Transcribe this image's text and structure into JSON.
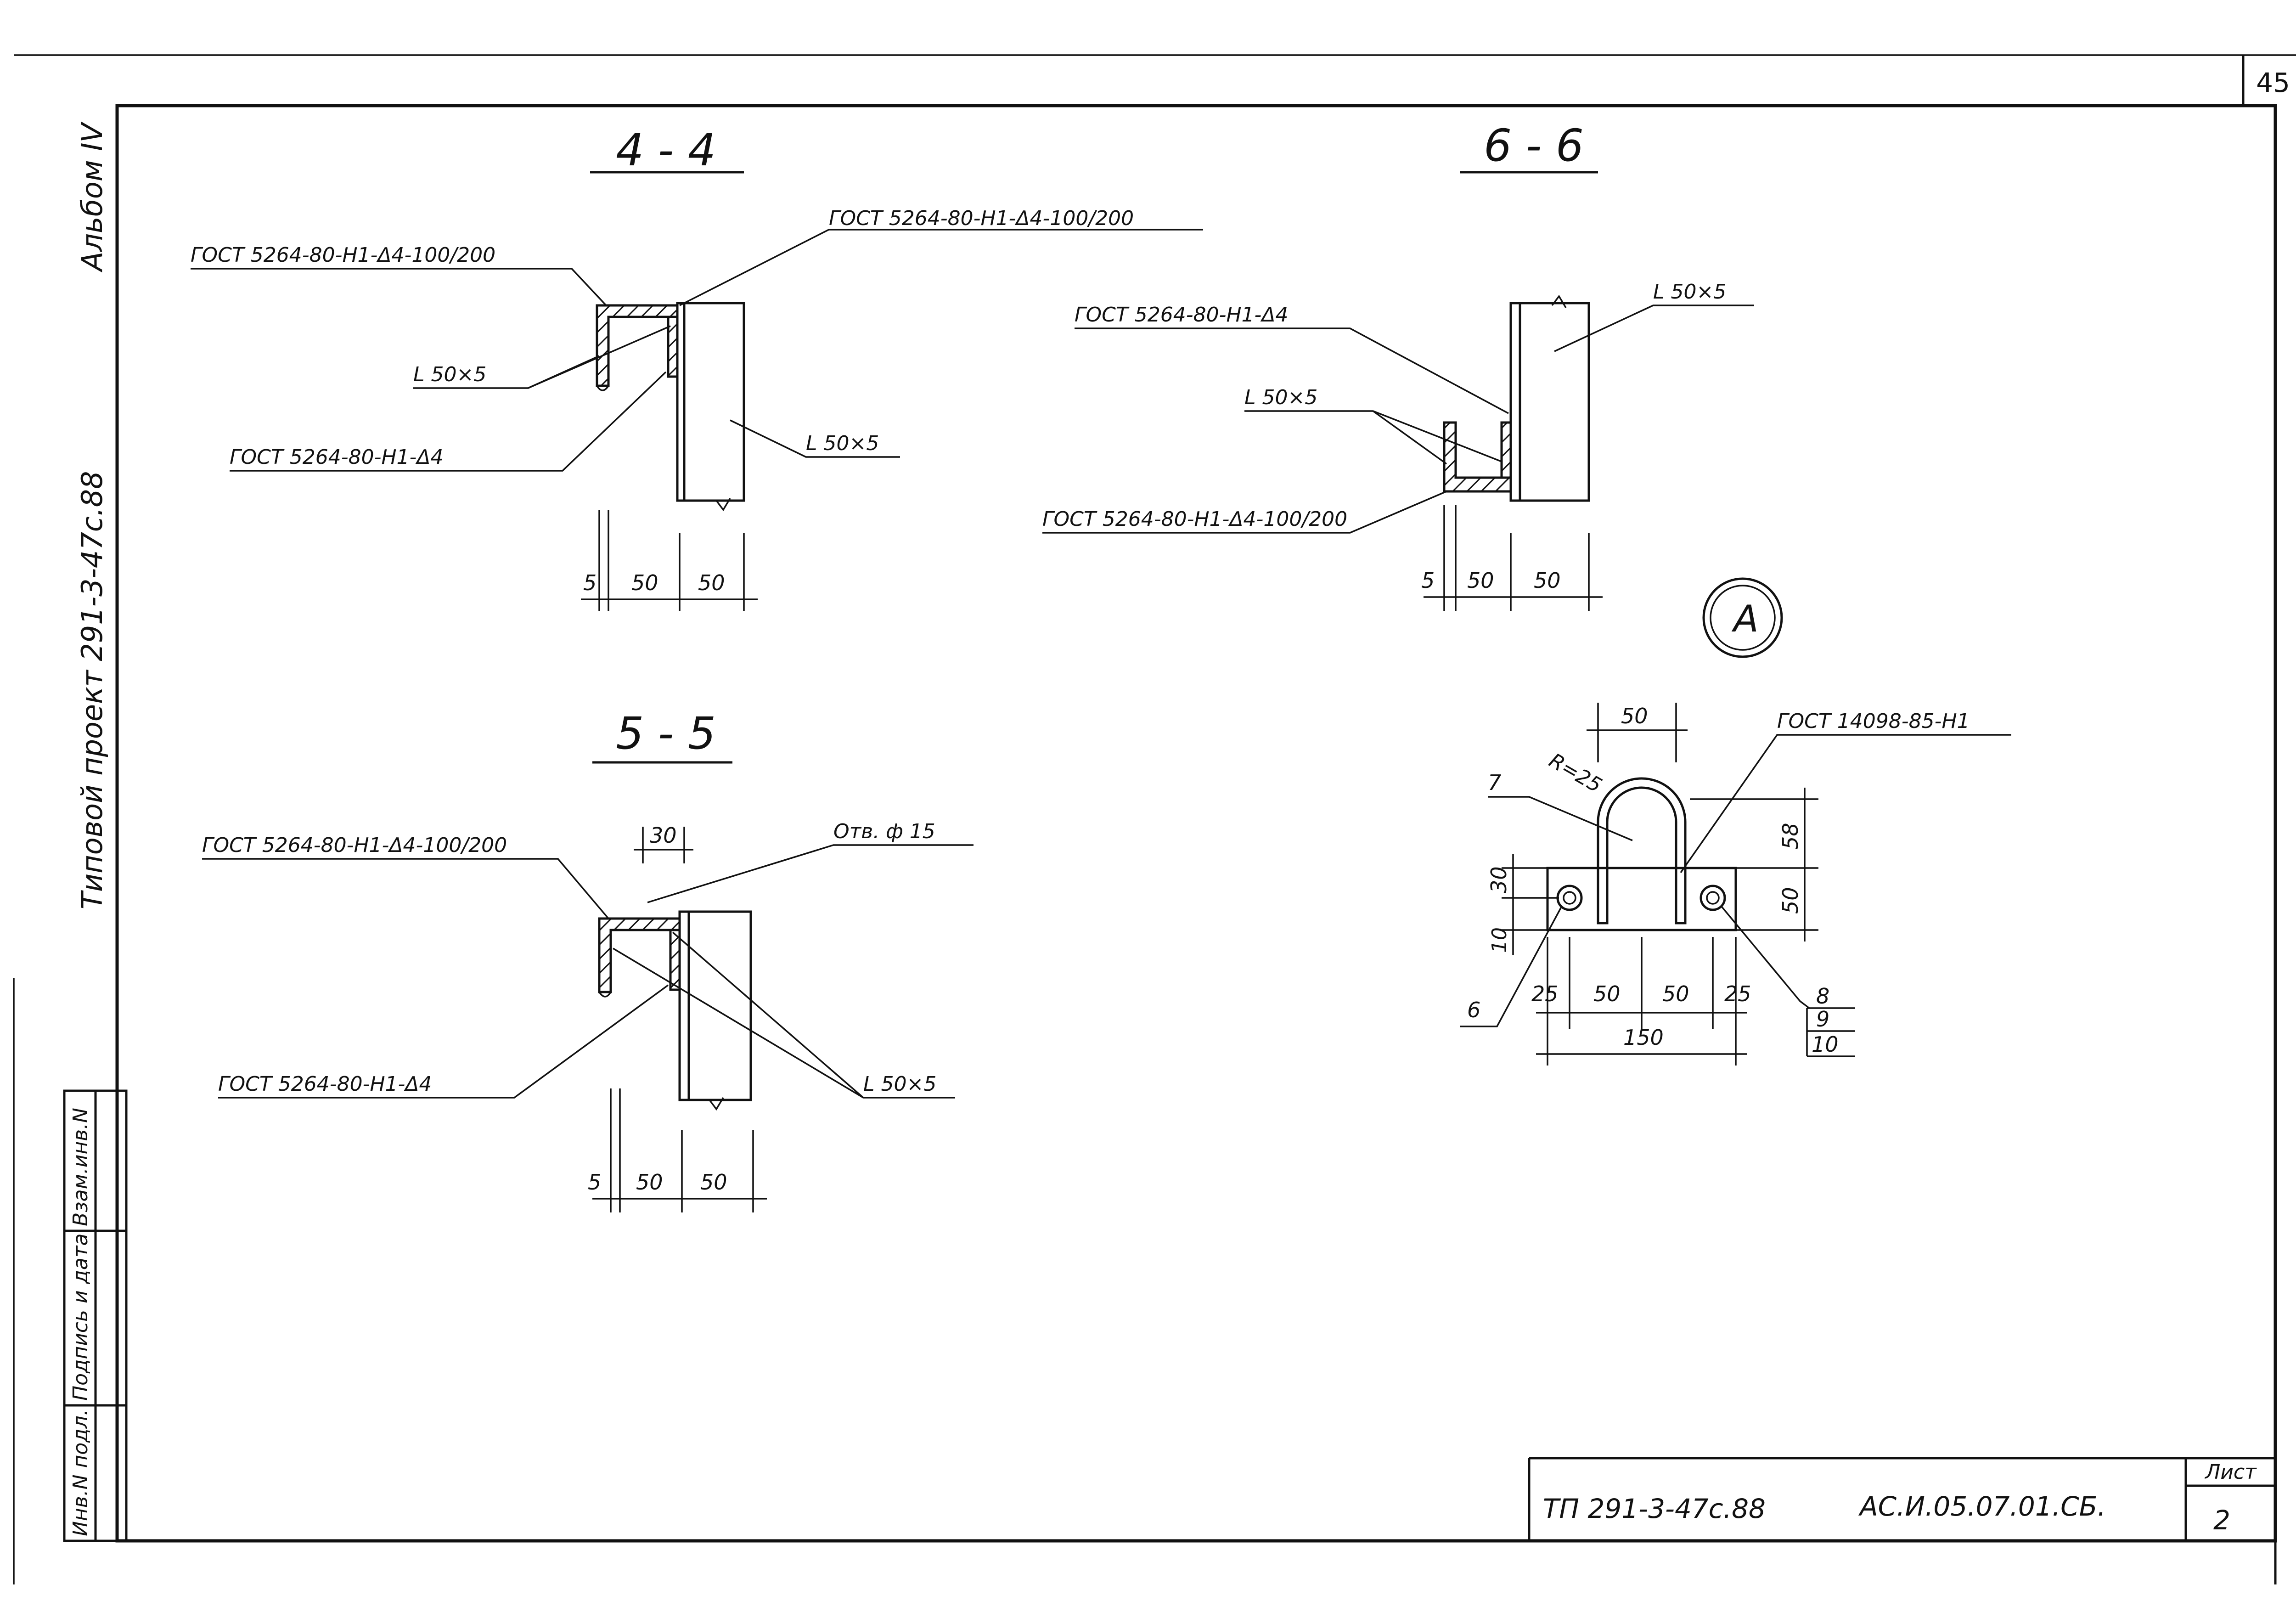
{
  "sheet": {
    "page_number": "45",
    "side_album": "Альбом IV",
    "side_project": "Типовой проект 291-3-47с.88",
    "stamp_cells": [
      "Инв.N подл.",
      "Подпись и дата",
      "Взам.инв.N"
    ],
    "title_block": {
      "code": "ТП 291-3-47с.88",
      "designation": "АС.И.05.07.01.СБ.",
      "sheet_label": "Лист",
      "sheet_no": "2"
    }
  },
  "section_4_4": {
    "title": "4 - 4",
    "weld_top_left": "ГОСТ 5264-80-Н1-Δ4-100/200",
    "weld_top_right": "ГОСТ 5264-80-Н1-Δ4-100/200",
    "angle_left": "L 50×5",
    "weld_bottom": "ГОСТ 5264-80-Н1-Δ4",
    "angle_right": "L 50×5",
    "dims": [
      "5",
      "50",
      "50"
    ]
  },
  "section_6_6": {
    "title": "6 - 6",
    "weld_top": "ГОСТ 5264-80-Н1-Δ4",
    "angle_top": "L 50×5",
    "angle_left": "L 50×5",
    "weld_bottom": "ГОСТ 5264-80-Н1-Δ4-100/200",
    "dims": [
      "5",
      "50",
      "50"
    ]
  },
  "section_5_5": {
    "title": "5 - 5",
    "weld_top": "ГОСТ 5264-80-Н1-Δ4-100/200",
    "dim_30": "30",
    "hole": "Отв. ф 15",
    "weld_bottom": "ГОСТ 5264-80-Н1-Δ4",
    "angle": "L 50×5",
    "dims": [
      "5",
      "50",
      "50"
    ]
  },
  "node_a": {
    "marker": "А",
    "dim_top": "50",
    "radius": "R=25",
    "pos_7": "7",
    "gost": "ГОСТ 14098-85-Н1",
    "dim_58": "58",
    "dim_50v": "50",
    "dim_30v": "30",
    "dim_10v": "10",
    "dims_bottom": [
      "25",
      "50",
      "50",
      "25"
    ],
    "dim_total": "150",
    "pos_6": "6",
    "pos_8": "8",
    "pos_9": "9",
    "pos_10": "10"
  }
}
